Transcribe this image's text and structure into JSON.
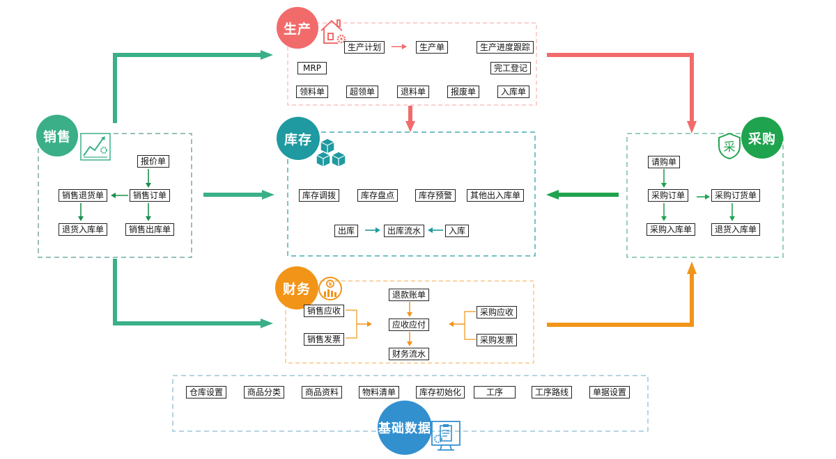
{
  "production": {
    "title": "生产",
    "items": [
      "生产计划",
      "生产单",
      "生产进度跟踪",
      "MRP",
      "完工登记",
      "领料单",
      "超领单",
      "退料单",
      "报废单",
      "入库单"
    ]
  },
  "inventory": {
    "title": "库存",
    "items": [
      "库存调拨",
      "库存盘点",
      "库存预警",
      "其他出入库单",
      "出库",
      "出库流水",
      "入库"
    ]
  },
  "sales": {
    "title": "销售",
    "items": [
      "报价单",
      "销售退货单",
      "销售订单",
      "退货入库单",
      "销售出库单"
    ]
  },
  "purchase": {
    "title": "采购",
    "icon_text": "采",
    "items": [
      "请购单",
      "采购订单",
      "采购订货单",
      "采购入库单",
      "退货入库单"
    ]
  },
  "finance": {
    "title": "财务",
    "items": [
      "退款账单",
      "销售应收",
      "应收应付",
      "采购应收",
      "销售发票",
      "采购发票",
      "财务流水"
    ]
  },
  "basic": {
    "title": "基础数据",
    "items": [
      "仓库设置",
      "商品分类",
      "商品资料",
      "物料清单",
      "库存初始化",
      "工序",
      "工序路线",
      "单据设置"
    ]
  },
  "colors": {
    "production": "#f26b6b",
    "inventory": "#1e9aa0",
    "sales": "#3aaf88",
    "purchase": "#1fa34e",
    "finance": "#f29418",
    "basic": "#3390cf"
  }
}
